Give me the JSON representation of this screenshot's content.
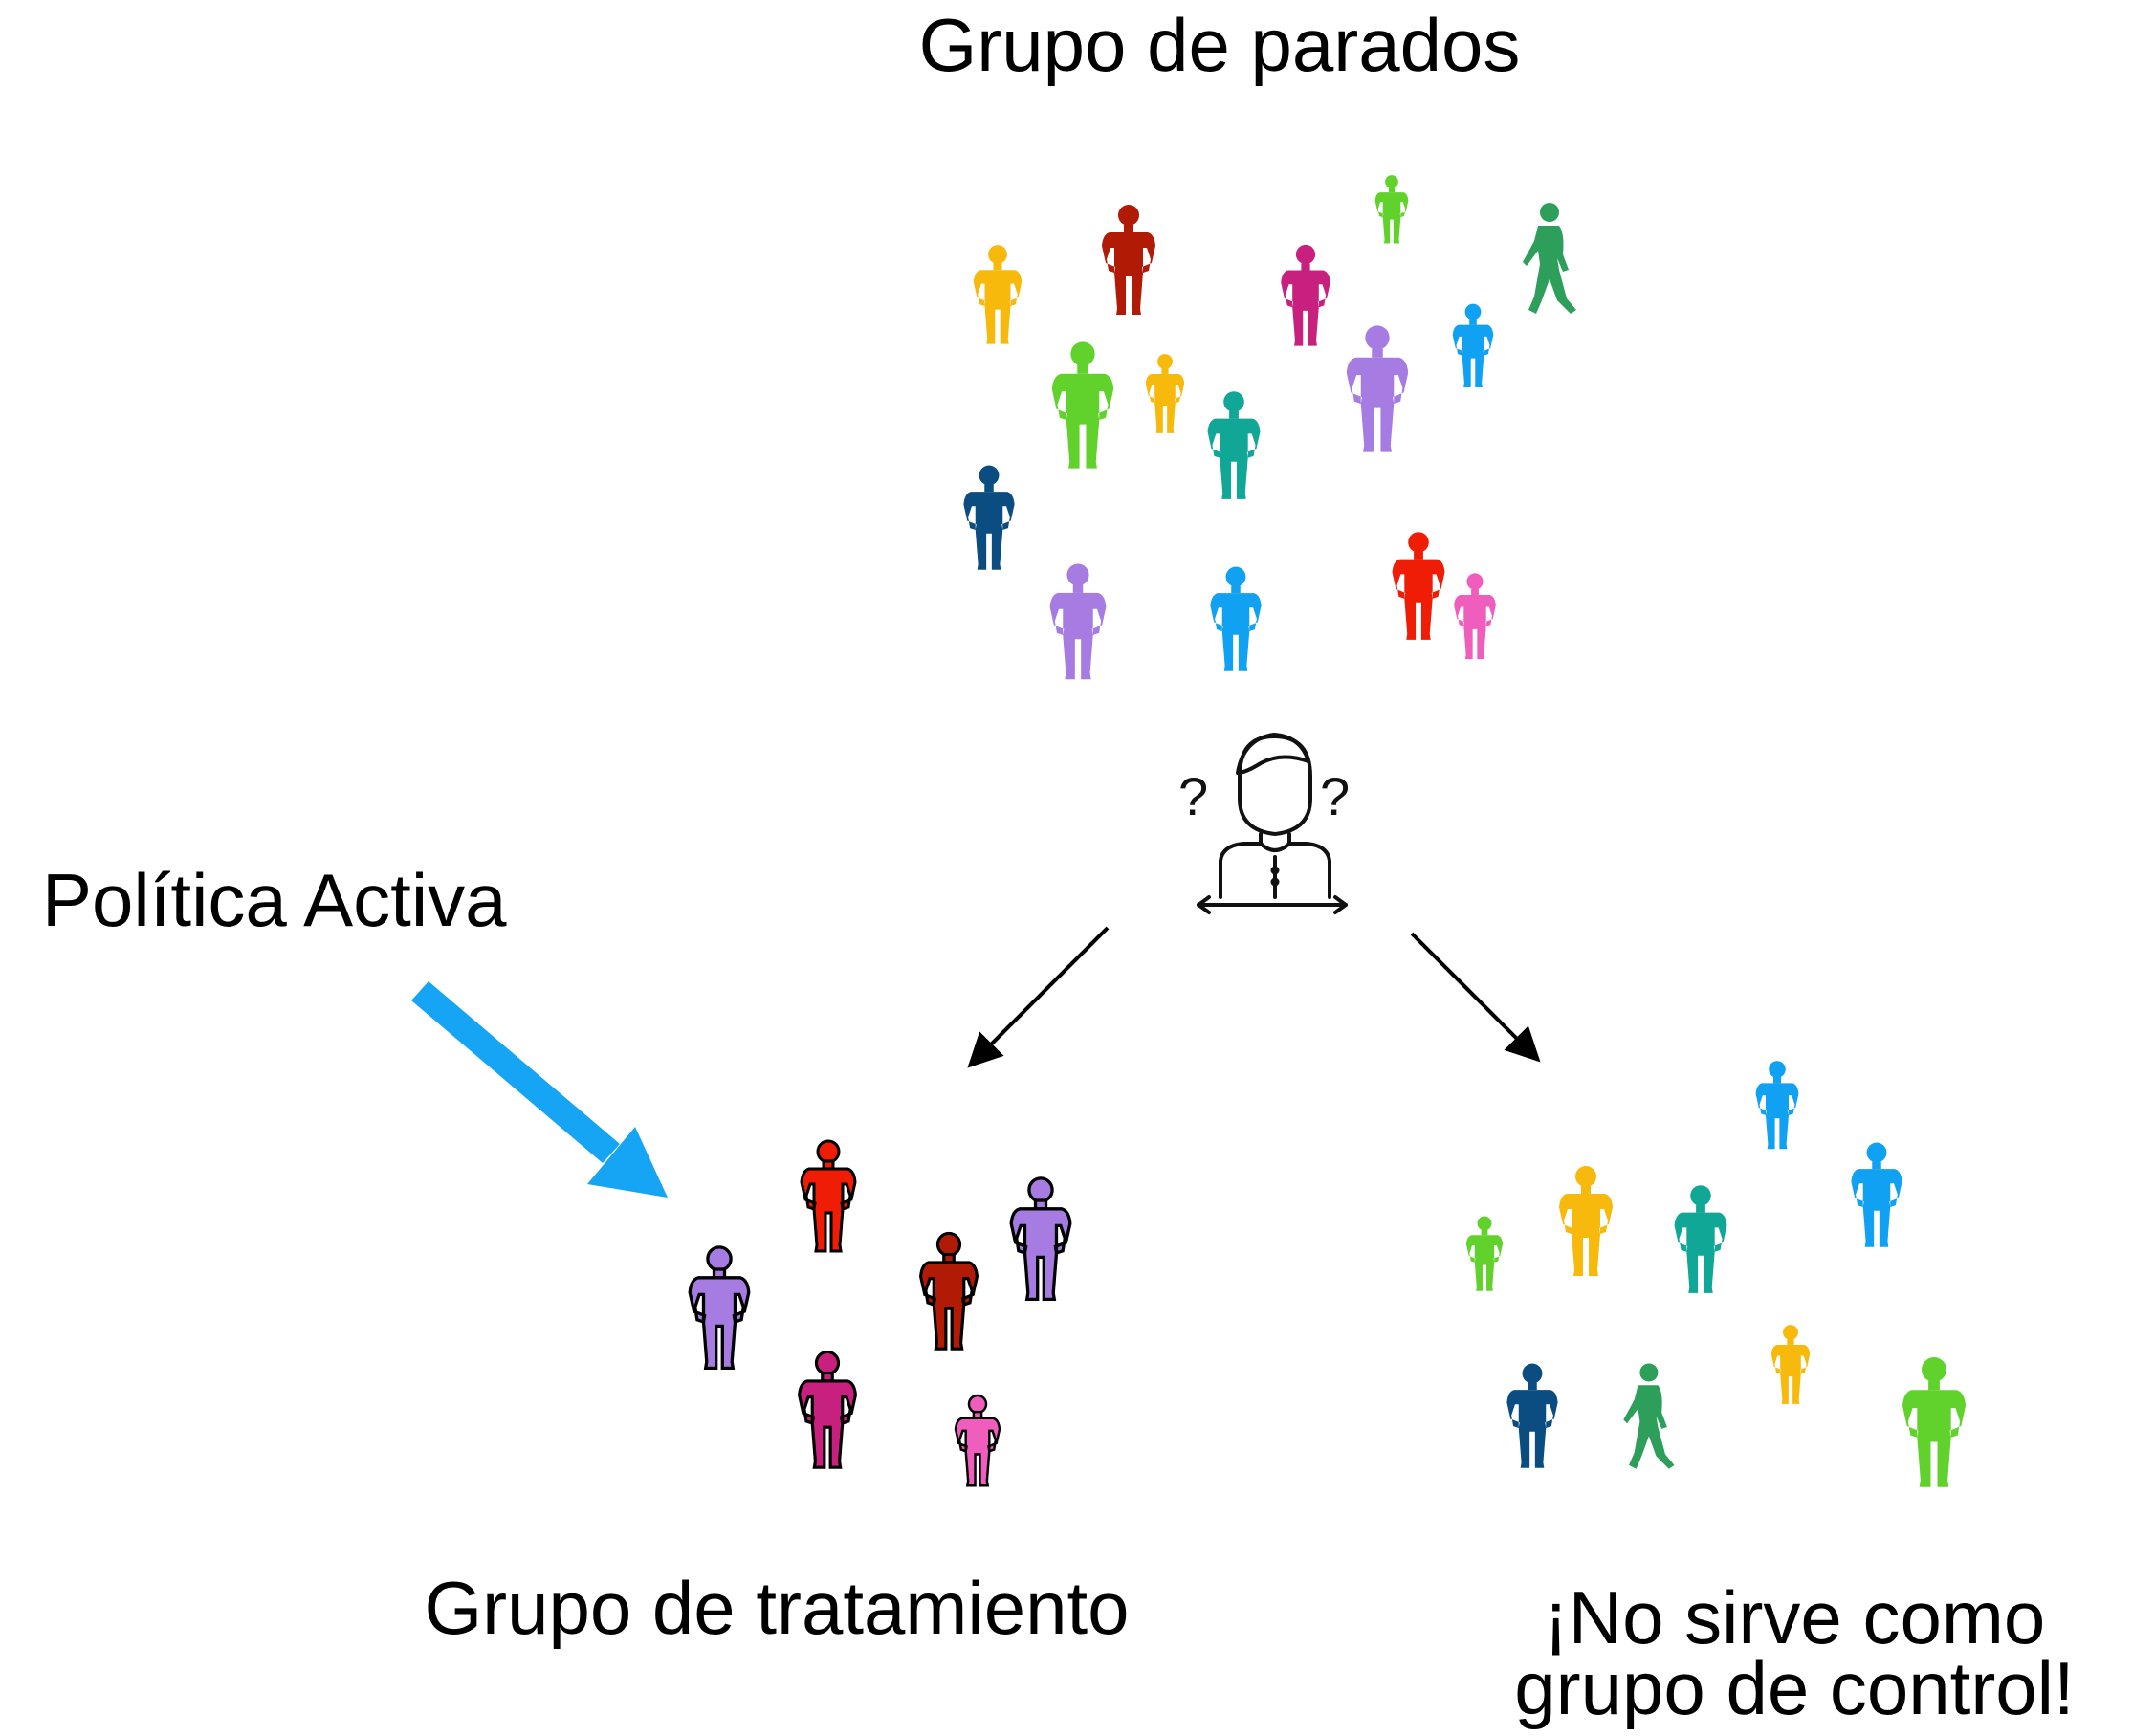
{
  "labels": {
    "title": "Grupo de parados",
    "policy": "Política Activa",
    "treatment": "Grupo de tratamiento",
    "control_line1": "¡No sirve como",
    "control_line2": "grupo de control!"
  },
  "colors": {
    "policy_arrow": "#16a5f5",
    "flow_arrow": "#000000",
    "icon_stroke": "#111111",
    "yellow": "#f6b90c",
    "dark_red": "#b11a05",
    "magenta": "#c8207e",
    "lime": "#61d22c",
    "green": "#2e9e5b",
    "sky_blue": "#11a1f2",
    "lavender": "#a77ce2",
    "teal": "#11a796",
    "navy": "#0b4d80",
    "red": "#ef1d06",
    "pink": "#ef5ebd"
  },
  "groups": {
    "unemployed": [
      {
        "color": "yellow"
      },
      {
        "color": "dark_red"
      },
      {
        "color": "magenta"
      },
      {
        "color": "lime"
      },
      {
        "color": "green"
      },
      {
        "color": "lime"
      },
      {
        "color": "yellow"
      },
      {
        "color": "teal"
      },
      {
        "color": "lavender"
      },
      {
        "color": "sky_blue"
      },
      {
        "color": "navy"
      },
      {
        "color": "lavender"
      },
      {
        "color": "sky_blue"
      },
      {
        "color": "red"
      },
      {
        "color": "pink"
      }
    ],
    "treatment": [
      {
        "color": "red"
      },
      {
        "color": "lavender"
      },
      {
        "color": "lavender"
      },
      {
        "color": "dark_red"
      },
      {
        "color": "magenta"
      },
      {
        "color": "pink"
      }
    ],
    "control": [
      {
        "color": "sky_blue"
      },
      {
        "color": "sky_blue"
      },
      {
        "color": "yellow"
      },
      {
        "color": "teal"
      },
      {
        "color": "lime"
      },
      {
        "color": "navy"
      },
      {
        "color": "green"
      },
      {
        "color": "yellow"
      },
      {
        "color": "lime"
      }
    ]
  },
  "icons": {
    "decision": "confused-person-icon",
    "question": "question-mark-icon"
  }
}
